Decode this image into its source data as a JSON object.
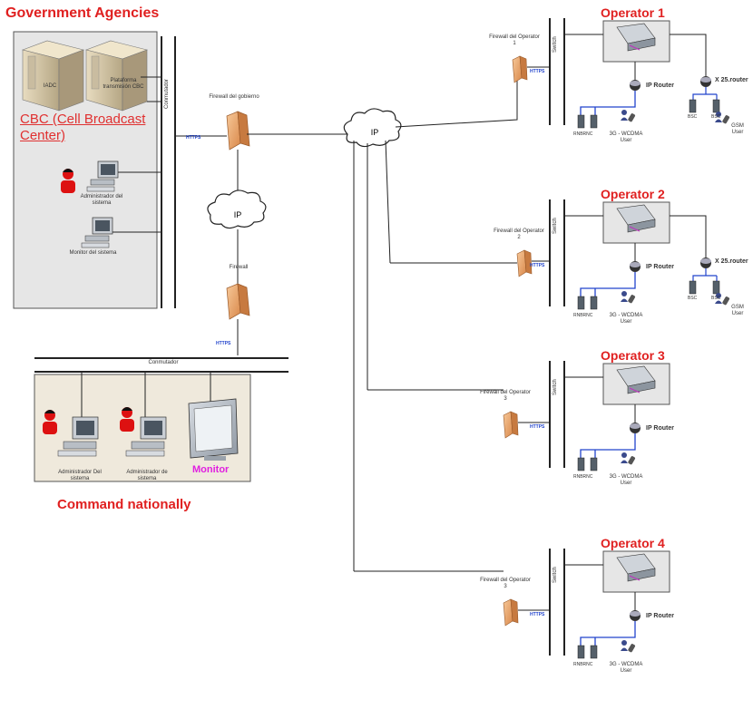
{
  "titles": {
    "government": "Government Agencies",
    "command": "Command nationally",
    "cbc": "CBC (Cell Broadcast Center)"
  },
  "gov": {
    "server1": "IADC",
    "server2": "Plataforma transmisión CBC",
    "admin": "Administrador del sistema",
    "monitor": "Monitor del sistema",
    "switch": "Conmutador"
  },
  "central": {
    "firewall_gov": "Firewall del gobierno",
    "cloud_ip": "IP",
    "firewall": "Firewall",
    "https": "HTTPS"
  },
  "command": {
    "switch": "Conmutador",
    "admin1": "Administrador Del sistema",
    "admin2": "Administrador de sistema",
    "monitor": "Monitor"
  },
  "operators": [
    {
      "title": "Operator 1",
      "firewall": "Firewall del Operator 1",
      "https": "HTTPS",
      "switch": "Switch",
      "router": "IP Router",
      "x25": "X 25.router",
      "rnc": "RNBRNC",
      "user3g": "3G - WCDMA User",
      "bsc1": "BSC",
      "bsc2": "BSC",
      "gsm": "GSM User"
    },
    {
      "title": "Operator 2",
      "firewall": "Firewall del Operator 2",
      "https": "HTTPS",
      "switch": "Switch",
      "router": "IP Router",
      "x25": "X 25.router",
      "rnc": "RNBRNC",
      "user3g": "3G - WCDMA User",
      "bsc1": "BSC",
      "bsc2": "BSC",
      "gsm": "GSM User"
    },
    {
      "title": "Operator 3",
      "firewall": "Firewall del Operator 3",
      "https": "HTTPS",
      "switch": "Switch",
      "router": "IP Router",
      "rnc": "RNBRNC",
      "user3g": "3G - WCDMA User"
    },
    {
      "title": "Operator 4",
      "firewall": "Firewall del Operator 3",
      "https": "HTTPS",
      "switch": "Switch",
      "router": "IP Router",
      "rnc": "RNBRNC",
      "user3g": "3G - WCDMA User"
    }
  ],
  "colors": {
    "title_red": "#e02020",
    "link_blue": "#2244cc",
    "monitor_magenta": "#e020e0",
    "firewall_orange": "#e8a060",
    "panel_bg": "#e6e6e6",
    "command_panel_bg": "#efe9dc"
  }
}
